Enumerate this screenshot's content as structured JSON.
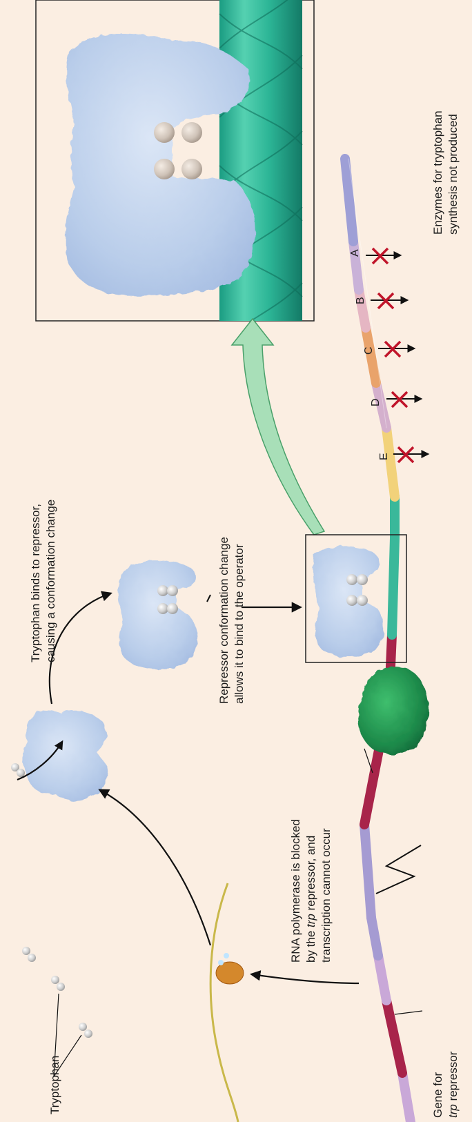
{
  "labels": {
    "tryptophan": "Tryptophan",
    "binds_line1": "Tryptophan binds to repressor,",
    "binds_line2": "causing a conformation change",
    "conf_line1": "Repressor conformation change",
    "conf_line2": "allows it to bind to the operator",
    "rnap_line1": "RNA polymerase is blocked",
    "rnap_line2_pre": "by the ",
    "rnap_line2_italic": "trp",
    "rnap_line2_post": " repressor, and",
    "rnap_line3": "transcription cannot occur",
    "gene_line1": "Gene for",
    "gene_line2_italic": "trp",
    "gene_line2_post": " repressor",
    "enzymes_line1": "Enzymes for tryptophan",
    "enzymes_line2": "synthesis not produced"
  },
  "genes": [
    "A",
    "B",
    "C",
    "D",
    "E"
  ],
  "colors": {
    "background": "#fbeee2",
    "repressor": "#b9cdea",
    "dna_operator": "#2fb59a",
    "dna_promoter": "#a8244a",
    "dna_gene_track": "#a59bd2",
    "rna_polymerase": "#1d8a4a",
    "blocked_x": "#c0142a",
    "arrow": "#111111"
  }
}
